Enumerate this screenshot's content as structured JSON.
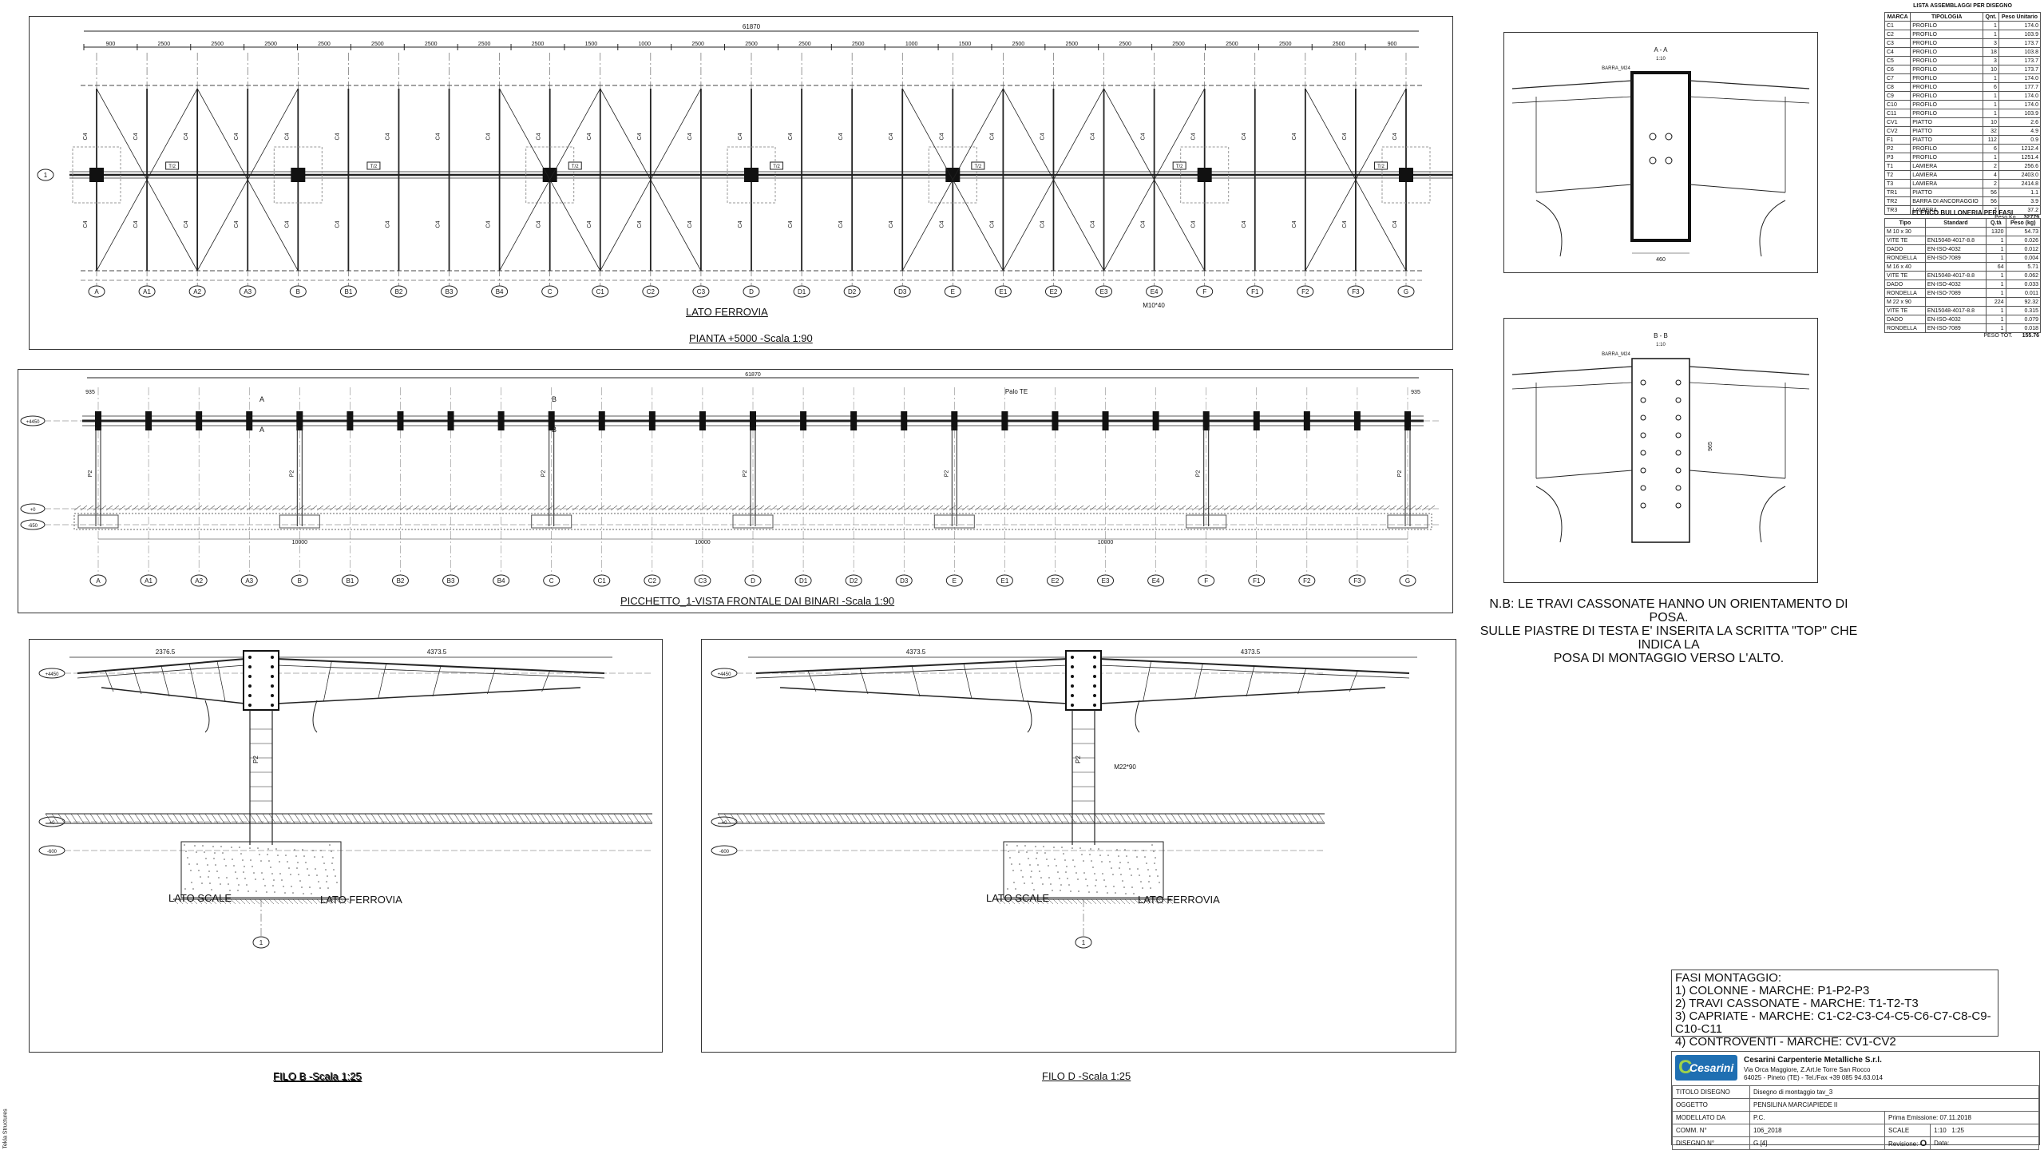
{
  "plan": {
    "title": "PIANTA +5000 -Scala 1:90",
    "subtitle": "LATO FERROVIA",
    "overall_dim": "61870",
    "dims": [
      "900",
      "2500",
      "2500",
      "2500",
      "2500",
      "2500",
      "2500",
      "2500",
      "2500",
      "1500",
      "1000",
      "2500",
      "2500",
      "2500",
      "2500",
      "1000",
      "1500",
      "2500",
      "2500",
      "2500",
      "2500",
      "2500",
      "2500",
      "2500",
      "900"
    ],
    "axes": [
      "A",
      "A1",
      "A2",
      "A3",
      "B",
      "B1",
      "B2",
      "B3",
      "B4",
      "C",
      "C1",
      "C2",
      "C3",
      "D",
      "D1",
      "D2",
      "D3",
      "E",
      "E1",
      "E2",
      "E3",
      "E4",
      "F",
      "F1",
      "F2",
      "F3",
      "G"
    ],
    "row_label": "1",
    "note": "M10*40"
  },
  "front": {
    "title": "PICCHETTO_1-VISTA FRONTALE DAI BINARI -Scala 1:90",
    "overall_dim": "61870",
    "left_dim": "935",
    "right_dim": "935",
    "lev_top": "+4450",
    "lev_zero": "+0",
    "lev_bot": "-650",
    "bay": "10000",
    "palo": "Palo TE",
    "sec_a": "A",
    "sec_b": "B",
    "axes": [
      "A",
      "A1",
      "A2",
      "A3",
      "B",
      "B1",
      "B2",
      "B3",
      "B4",
      "C",
      "C1",
      "C2",
      "C3",
      "D",
      "D1",
      "D2",
      "D3",
      "E",
      "E1",
      "E2",
      "E3",
      "E4",
      "F",
      "F1",
      "F2",
      "F3",
      "G"
    ]
  },
  "filo_b": {
    "title": "FILO B -Scala 1:25",
    "left_dim": "2376.5",
    "right_dim": "4373.5",
    "lato_scale": "LATO SCALE",
    "lato_ferrovia": "LATO FERROVIA",
    "lev_top": "+4450",
    "lev_zero": "+0",
    "lev_bot": "-600",
    "axis": "1"
  },
  "filo_d": {
    "title": "FILO D -Scala 1:25",
    "left_dim": "4373.5",
    "right_dim": "4373.5",
    "lato_scale": "LATO SCALE",
    "lato_ferrovia": "LATO FERROVIA",
    "lev_top": "+4450",
    "lev_zero": "+0",
    "lev_bot": "-600",
    "note": "M22*90",
    "axis": "1"
  },
  "section_aa": {
    "title": "A - A",
    "scale": "1:10",
    "note": "BARRA_M24",
    "dim": "460"
  },
  "section_bb": {
    "title": "B - B",
    "scale": "1:10",
    "note": "BARRA_M24",
    "dim": "965"
  },
  "note_nb": {
    "line1": "N.B: LE TRAVI CASSONATE HANNO UN ORIENTAMENTO DI POSA.",
    "line2": "SULLE PIASTRE DI TESTA E' INSERITA LA SCRITTA \"TOP\" CHE INDICA LA",
    "line3": "POSA DI MONTAGGIO VERSO L'ALTO."
  },
  "fasi": {
    "title": "FASI MONTAGGIO:",
    "items": [
      "1) COLONNE - MARCHE: P1-P2-P3",
      "2) TRAVI CASSONATE - MARCHE: T1-T2-T3",
      "3) CAPRIATE - MARCHE: C1-C2-C3-C4-C5-C6-C7-C8-C9-C10-C11",
      "4) CONTROVENTI - MARCHE: CV1-CV2"
    ]
  },
  "lista": {
    "title": "LISTA ASSEMBLAGGI PER DISEGNO",
    "headers": [
      "MARCA",
      "TIPOLOGIA",
      "Qnt.",
      "Peso Unitario"
    ],
    "rows": [
      [
        "C1",
        "PROFILO",
        "1",
        "174.0"
      ],
      [
        "C2",
        "PROFILO",
        "1",
        "103.9"
      ],
      [
        "C3",
        "PROFILO",
        "3",
        "173.7"
      ],
      [
        "C4",
        "PROFILO",
        "18",
        "103.8"
      ],
      [
        "C5",
        "PROFILO",
        "3",
        "173.7"
      ],
      [
        "C6",
        "PROFILO",
        "10",
        "173.7"
      ],
      [
        "C7",
        "PROFILO",
        "1",
        "174.0"
      ],
      [
        "C8",
        "PROFILO",
        "6",
        "177.7"
      ],
      [
        "C9",
        "PROFILO",
        "1",
        "174.0"
      ],
      [
        "C10",
        "PROFILO",
        "1",
        "174.0"
      ],
      [
        "C11",
        "PROFILO",
        "1",
        "103.9"
      ],
      [
        "CV1",
        "PIATTO",
        "10",
        "2.6"
      ],
      [
        "CV2",
        "PIATTO",
        "32",
        "4.9"
      ],
      [
        "F1",
        "PIATTO",
        "112",
        "0.9"
      ],
      [
        "P2",
        "PROFILO",
        "6",
        "1212.4"
      ],
      [
        "P3",
        "PROFILO",
        "1",
        "1251.4"
      ],
      [
        "T1",
        "LAMIERA",
        "2",
        "256.6"
      ],
      [
        "T2",
        "LAMIERA",
        "4",
        "2403.0"
      ],
      [
        "T3",
        "LAMIERA",
        "2",
        "2414.8"
      ],
      [
        "TR1",
        "PIATTO",
        "56",
        "1.1"
      ],
      [
        "TR2",
        "BARRA DI ANCORAGGIO",
        "56",
        "3.9"
      ],
      [
        "TR3",
        "LAMIERA",
        "7",
        "37.2"
      ]
    ],
    "total_label": "Peso Kg.",
    "total": "32779"
  },
  "bulloneria": {
    "title": "ELENCO BULLONERIA PER FASI",
    "headers": [
      "Tipo",
      "Standard",
      "Q.tà",
      "Peso (kg)"
    ],
    "rows": [
      [
        "M 10 x 30",
        "",
        "1320",
        "54.73"
      ],
      [
        "VITE TE",
        "EN15048-4017-8.8",
        "1",
        "0.026"
      ],
      [
        "DADO",
        "EN-ISO-4032",
        "1",
        "0.012"
      ],
      [
        "RONDELLA",
        "EN-ISO-7089",
        "1",
        "0.004"
      ],
      [
        "M 16 x 40",
        "",
        "64",
        "5.71"
      ],
      [
        "VITE TE",
        "EN15048-4017-8.8",
        "1",
        "0.062"
      ],
      [
        "DADO",
        "EN-ISO-4032",
        "1",
        "0.033"
      ],
      [
        "RONDELLA",
        "EN-ISO-7089",
        "1",
        "0.011"
      ],
      [
        "M 22 x 90",
        "",
        "224",
        "92.32"
      ],
      [
        "VITE TE",
        "EN15048-4017-8.8",
        "1",
        "0.315"
      ],
      [
        "DADO",
        "EN-ISO-4032",
        "1",
        "0.079"
      ],
      [
        "RONDELLA",
        "EN-ISO-7089",
        "1",
        "0.018"
      ]
    ],
    "total_label": "PESO TOT.",
    "total": "155.76"
  },
  "titleblock": {
    "company": "Cesarini Carpenterie Metalliche S.r.l.",
    "addr1": "Via Orca Maggiore, Z.Art.le Torre San Rocco",
    "addr2": "64025 - Pineto (TE) - Tel./Fax +39 085 94.63.014",
    "logo": "Cesarini",
    "rows": [
      [
        "TITOLO DISEGNO",
        "Disegno di montaggio tav_3"
      ],
      [
        "OGGETTO",
        "PENSILINA MARCIAPIEDE II"
      ],
      [
        "MODELLATO DA",
        "P.C."
      ],
      [
        "COMM. N°",
        "106_2018"
      ],
      [
        "DISEGNO N°",
        "G [4]"
      ]
    ],
    "prima_emissione": "Prima Emissione: 07.11.2018",
    "scale_label": "SCALE",
    "scale_val1": "1:10",
    "scale_val2": "1:25",
    "revisione_label": "Revisione:",
    "revisione": "O",
    "data_label": "Data:"
  },
  "margin_label": "Tekla Structures"
}
